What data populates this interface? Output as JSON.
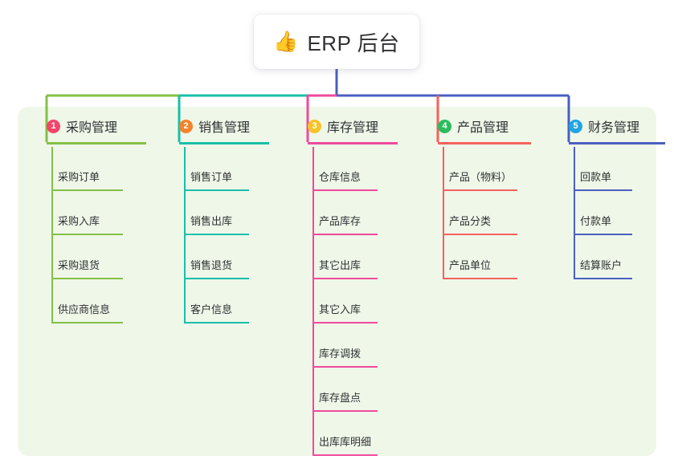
{
  "diagram": {
    "type": "mind-map",
    "root": {
      "emoji": "👍",
      "emoji_name": "thumbs-up-emoji",
      "title": "ERP 后台"
    },
    "panel_color": "#eff7e9",
    "branches": [
      {
        "index": "1",
        "title": "采购管理",
        "badge_color": "#f2456a",
        "line_color": "#84c046",
        "items": [
          "采购订单",
          "采购入库",
          "采购退货",
          "供应商信息"
        ]
      },
      {
        "index": "2",
        "title": "销售管理",
        "badge_color": "#f5822a",
        "line_color": "#19bfa8",
        "items": [
          "销售订单",
          "销售出库",
          "销售退货",
          "客户信息"
        ]
      },
      {
        "index": "3",
        "title": "库存管理",
        "badge_color": "#f6c428",
        "line_color": "#ef4a9b",
        "items": [
          "仓库信息",
          "产品库存",
          "其它出库",
          "其它入库",
          "库存调拨",
          "库存盘点",
          "出库库明细"
        ]
      },
      {
        "index": "4",
        "title": "产品管理",
        "badge_color": "#2bbd5c",
        "line_color": "#f4625c",
        "items": [
          "产品（物料）",
          "产品分类",
          "产品单位"
        ]
      },
      {
        "index": "5",
        "title": "财务管理",
        "badge_color": "#22a5e0",
        "line_color": "#4a5fc1",
        "items": [
          "回款单",
          "付款单",
          "结算账户"
        ]
      }
    ]
  }
}
